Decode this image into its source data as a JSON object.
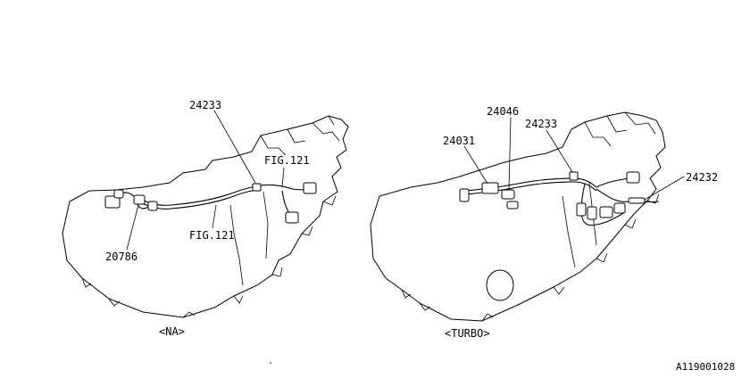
{
  "diagram": {
    "left": {
      "caption": "<NA>",
      "labels": {
        "part_24233": "24233",
        "fig_upper": "FIG.121",
        "fig_lower": "FIG.121",
        "part_20786": "20786"
      }
    },
    "right": {
      "caption": "<TURBO>",
      "labels": {
        "part_24046": "24046",
        "part_24031": "24031",
        "part_24233": "24233",
        "part_24232": "24232"
      }
    },
    "drawing_id": "A119001028"
  }
}
